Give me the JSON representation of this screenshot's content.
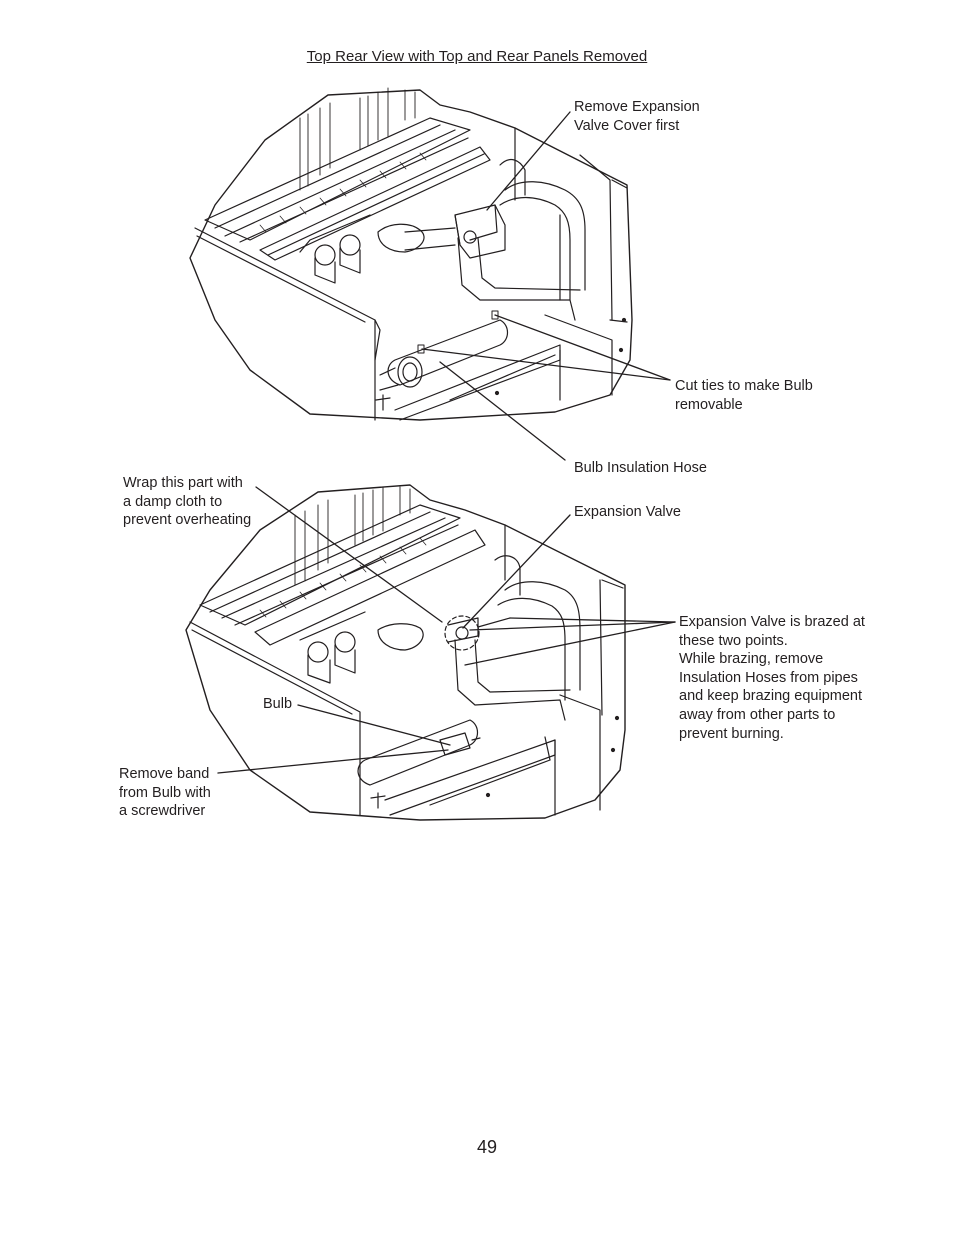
{
  "page": {
    "title": "Top Rear View with Top and Rear Panels Removed",
    "page_number": "49"
  },
  "figure1": {
    "callouts": {
      "expansion_valve_cover": [
        "Remove Expansion",
        "Valve Cover first"
      ],
      "cut_ties": [
        "Cut ties to make Bulb",
        "removable"
      ],
      "bulb_insulation_hose": [
        "Bulb Insulation Hose"
      ]
    }
  },
  "figure2": {
    "callouts": {
      "wrap_part": [
        "Wrap this part with",
        "a damp cloth to",
        "prevent overheating"
      ],
      "expansion_valve": [
        "Expansion Valve"
      ],
      "brazed": [
        "Expansion Valve is brazed at",
        "these two points.",
        "While brazing, remove",
        "Insulation Hoses from pipes",
        "and keep brazing equipment",
        "away from other parts to",
        "prevent burning."
      ],
      "bulb": [
        "Bulb"
      ],
      "remove_band": [
        "Remove band",
        "from Bulb with",
        "a screwdriver"
      ]
    }
  }
}
